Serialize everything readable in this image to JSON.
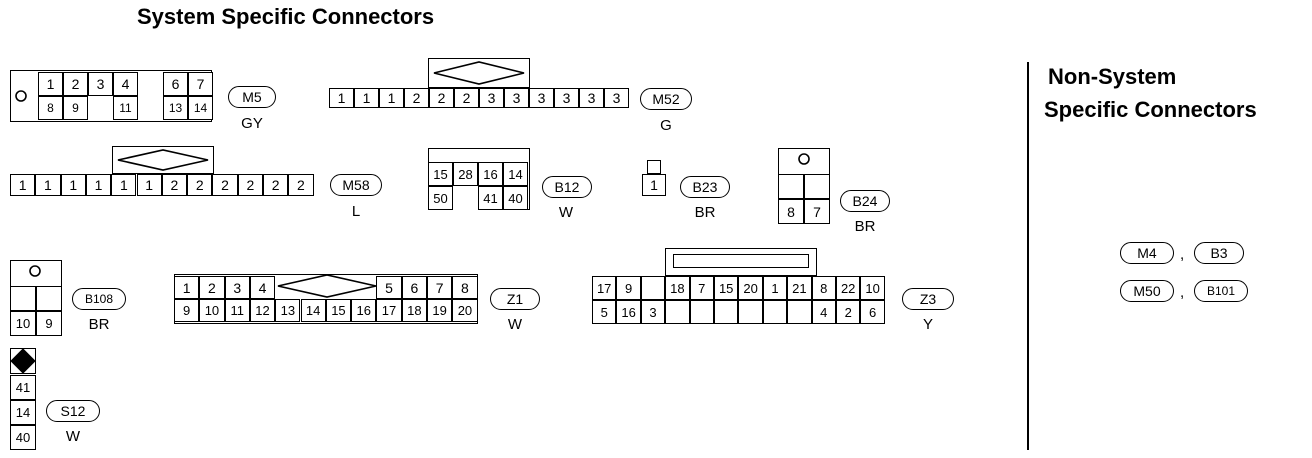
{
  "headings": {
    "system": "System Specific Connectors",
    "non_system_line1": "Non-System",
    "non_system_line2": "Specific Connectors"
  },
  "connectors": {
    "M5": {
      "id": "M5",
      "color": "GY",
      "row1": [
        "1",
        "2",
        "3",
        "4",
        "",
        "6",
        "7"
      ],
      "row2": [
        "8",
        "9",
        "",
        "11",
        "",
        "13",
        "14"
      ]
    },
    "M52": {
      "id": "M52",
      "color": "G",
      "pins": [
        "1",
        "1",
        "1",
        "2",
        "2",
        "2",
        "3",
        "3",
        "3",
        "3",
        "3",
        "3"
      ]
    },
    "M58": {
      "id": "M58",
      "color": "L",
      "pins": [
        "1",
        "1",
        "1",
        "1",
        "1",
        "1",
        "2",
        "2",
        "2",
        "2",
        "2",
        "2"
      ]
    },
    "B12": {
      "id": "B12",
      "color": "W",
      "row1": [
        "15",
        "28",
        "16",
        "14"
      ],
      "row2": [
        "50",
        "",
        "41",
        "40"
      ]
    },
    "B23": {
      "id": "B23",
      "color": "BR",
      "pins": [
        "1"
      ]
    },
    "B24": {
      "id": "B24",
      "color": "BR",
      "row1": [
        "",
        ""
      ],
      "row2": [
        "8",
        "7"
      ]
    },
    "B108": {
      "id": "B108",
      "color": "BR",
      "row1": [
        "",
        ""
      ],
      "row2": [
        "10",
        "9"
      ]
    },
    "Z1": {
      "id": "Z1",
      "color": "W",
      "row1": [
        "1",
        "2",
        "3",
        "4",
        "",
        "",
        "",
        "",
        "5",
        "6",
        "7",
        "8"
      ],
      "row2": [
        "9",
        "10",
        "11",
        "12",
        "13",
        "14",
        "15",
        "16",
        "17",
        "18",
        "19",
        "20"
      ]
    },
    "Z3": {
      "id": "Z3",
      "color": "Y",
      "row1": [
        "17",
        "9",
        "",
        "18",
        "7",
        "15",
        "20",
        "1",
        "21",
        "8",
        "22",
        "10"
      ],
      "row2": [
        "5",
        "16",
        "3",
        "",
        "",
        "",
        "",
        "",
        "",
        "4",
        "2",
        "6"
      ]
    },
    "S12": {
      "id": "S12",
      "color": "W",
      "pins": [
        "41",
        "14",
        "40"
      ]
    }
  },
  "non_system": {
    "row1": [
      "M4",
      "B3"
    ],
    "row2": [
      "M50",
      "B101"
    ],
    "separator": ","
  }
}
